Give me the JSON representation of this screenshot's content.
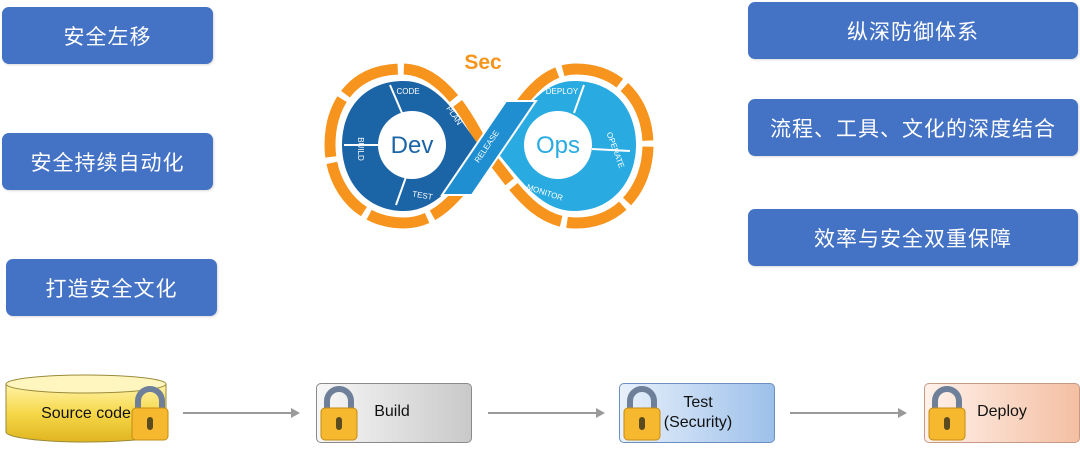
{
  "left_boxes": [
    "安全左移",
    "安全持续自动化",
    "打造安全文化"
  ],
  "right_boxes": [
    "纵深防御体系",
    "流程、工具、文化的深度结合",
    "效率与安全双重保障"
  ],
  "logo": {
    "sec": "Sec",
    "dev": "Dev",
    "ops": "Ops",
    "dev_steps": [
      "CODE",
      "PLAN",
      "BUILD",
      "TEST"
    ],
    "ops_steps": [
      "DEPLOY",
      "OPERATE",
      "MONITOR"
    ],
    "release": "RELEASE"
  },
  "pipeline": {
    "source": "Source code",
    "build": "Build",
    "test_line1": "Test",
    "test_line2": "(Security)",
    "deploy": "Deploy"
  },
  "colors": {
    "box_blue": "#4472c4",
    "orange": "#f7941d",
    "dev_blue": "#1b64a6",
    "ops_blue": "#29abe2",
    "lock_gold": "#f5b82e",
    "lock_shackle": "#6d7f99"
  },
  "icons": [
    "lock-icon",
    "arrow-icon"
  ]
}
